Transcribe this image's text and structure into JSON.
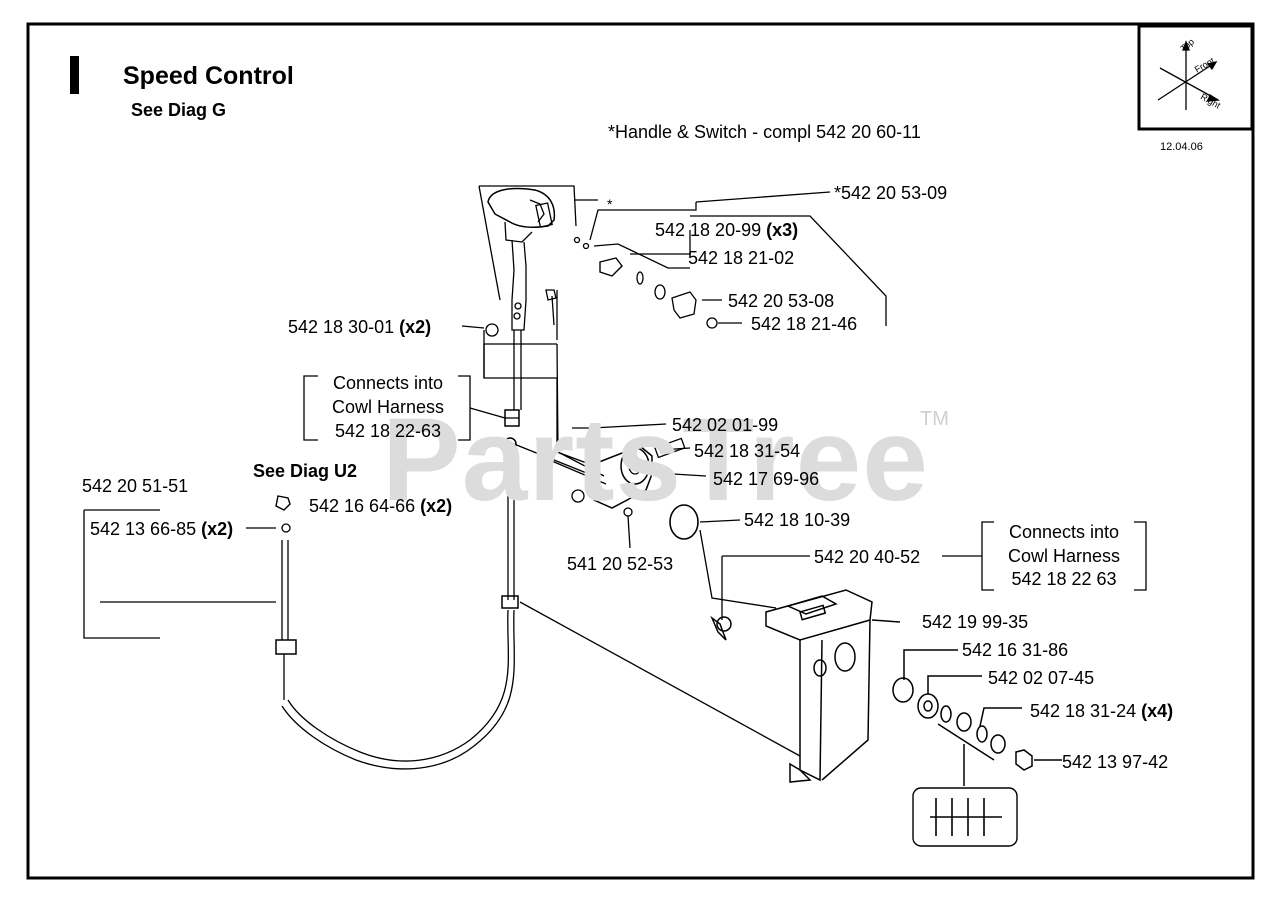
{
  "header": {
    "title": "Speed Control",
    "subtitle": "See Diag G",
    "handle_note": "*Handle & Switch - compl 542 20 60-11",
    "date": "12.04.06"
  },
  "orientation": {
    "top": "Top",
    "front": "Front",
    "right": "Right"
  },
  "watermark": {
    "text": "PartsTree",
    "tm": "TM"
  },
  "star": "*",
  "callouts": [
    {
      "part": "*542 20 53-09",
      "qty": ""
    },
    {
      "part": "542 18 20-99",
      "qty": "(x3)"
    },
    {
      "part": "542 18 21-02",
      "qty": ""
    },
    {
      "part": "542 20 53-08",
      "qty": ""
    },
    {
      "part": "542 18 21-46",
      "qty": ""
    },
    {
      "part": "542 18 30-01",
      "qty": "(x2)"
    },
    {
      "part": "542 02 01-99",
      "qty": ""
    },
    {
      "part": "542 18 31-54",
      "qty": ""
    },
    {
      "part": "542 17 69-96",
      "qty": ""
    },
    {
      "part": "542 16 64-66",
      "qty": "(x2)"
    },
    {
      "part": "542 18 10-39",
      "qty": ""
    },
    {
      "part": "541 20 52-53",
      "qty": ""
    },
    {
      "part": "542 20 40-52",
      "qty": ""
    },
    {
      "part": "542 19 99-35",
      "qty": ""
    },
    {
      "part": "542 16 31-86",
      "qty": ""
    },
    {
      "part": "542 02 07-45",
      "qty": ""
    },
    {
      "part": "542 18 31-24",
      "qty": "(x4)"
    },
    {
      "part": "542 13 97-42",
      "qty": ""
    },
    {
      "part": "542 20 51-51",
      "qty": ""
    },
    {
      "part": "542 13 66-85",
      "qty": "(x2)"
    }
  ],
  "see_diag_u2": "See Diag U2",
  "connects_left": [
    "Connects into",
    "Cowl Harness",
    "542 18 22-63"
  ],
  "connects_right": [
    "Connects into",
    "Cowl Harness",
    "542 18 22 63"
  ]
}
